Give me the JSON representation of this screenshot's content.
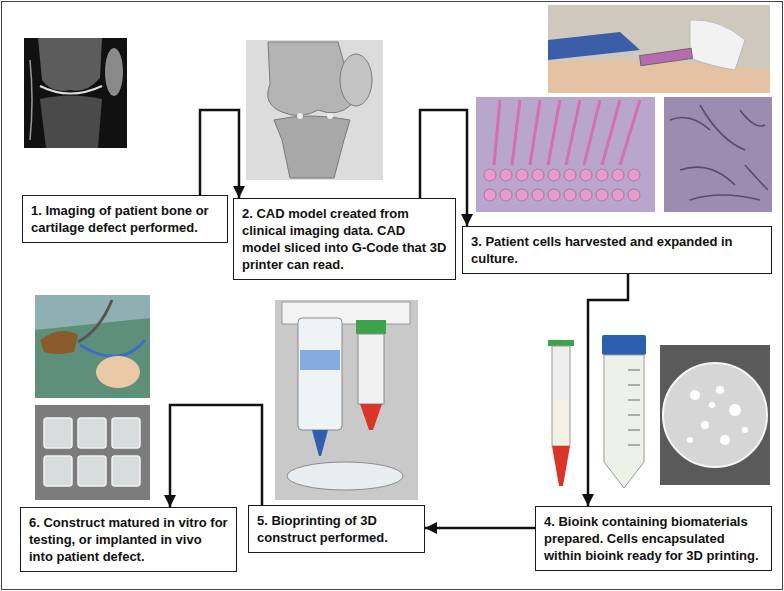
{
  "diagram": {
    "nodes": [
      {
        "text": [
          "1. Imaging of patient bone or cartilage defect performed."
        ]
      },
      {
        "text": [
          "2. CAD model created from clinical imaging data. CAD model sliced into G-Code that 3D printer can read."
        ]
      },
      {
        "text": [
          "3. Patient cells harvested and expanded in culture."
        ]
      },
      {
        "text": [
          "4. Bioink containing biomaterials prepared. Cells encapsulated within bioink ready for 3D printing."
        ]
      },
      {
        "text": [
          "5. Bioprinting of 3D construct performed."
        ]
      },
      {
        "text": [
          "6. Construct matured in vitro for testing, or implanted in vivo into patient defect."
        ]
      }
    ],
    "edges": [
      {
        "from": 0,
        "to": 1,
        "arrow": "to"
      },
      {
        "from": 1,
        "to": 2,
        "arrow": "to"
      },
      {
        "from": 2,
        "to": 3,
        "arrow": "to"
      },
      {
        "from": 3,
        "to": 4,
        "arrow": "to"
      },
      {
        "from": 4,
        "to": 5,
        "arrow": "to"
      }
    ]
  }
}
